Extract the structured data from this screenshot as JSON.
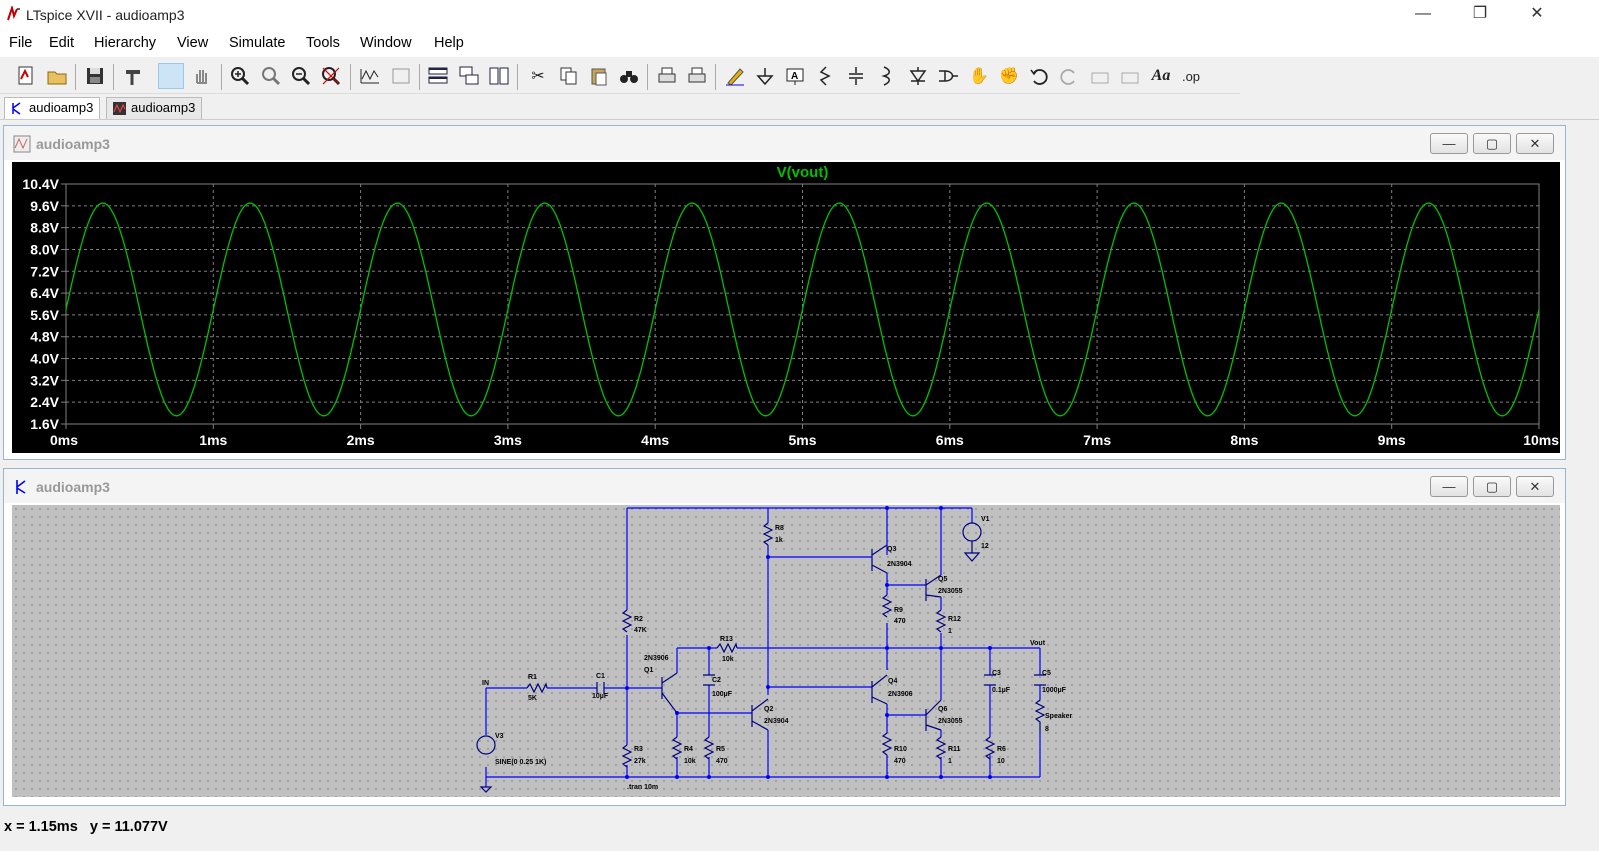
{
  "window": {
    "title": "LTspice XVII - audioamp3"
  },
  "menu": [
    {
      "label": "File"
    },
    {
      "label": "Edit"
    },
    {
      "label": "Hierarchy"
    },
    {
      "label": "View"
    },
    {
      "label": "Simulate"
    },
    {
      "label": "Tools"
    },
    {
      "label": "Window"
    },
    {
      "label": "Help"
    }
  ],
  "toolbar": {
    "text_tool_label": "Aa",
    "op_tool_label": ".op"
  },
  "tabs": [
    {
      "label": "audioamp3",
      "icon": "schematic-icon"
    },
    {
      "label": "audioamp3",
      "icon": "waveform-icon"
    }
  ],
  "waveform_window": {
    "title": "audioamp3",
    "trace_label": "V(vout)",
    "colors": {
      "background": "#000000",
      "trace": "#00c000",
      "grid": "#7f7f7f",
      "tick_text": "#ffffff"
    }
  },
  "schematic_window": {
    "title": "audioamp3",
    "colors": {
      "wire": "#0000ff",
      "component": "#000080",
      "background": "#c0c0c0"
    },
    "labels": {
      "in_net": "IN",
      "out_net": "Vout",
      "r1": "R1",
      "r1_val": "5K",
      "c1": "C1",
      "c1_val": "10µF",
      "r2": "R2",
      "r2_val": "47K",
      "r3": "R3",
      "r3_val": "27k",
      "q1": "Q1",
      "q1_model": "2N3906",
      "r13": "R13",
      "r13_val": "10k",
      "c2": "C2",
      "c2_val": "100µF",
      "r4": "R4",
      "r4_val": "10k",
      "r5": "R5",
      "r5_val": "470",
      "q2": "Q2",
      "q2_model": "2N3904",
      "r8": "R8",
      "r8_val": "1k",
      "q3": "Q3",
      "q3_model": "2N3904",
      "r9": "R9",
      "r9_val": "470",
      "q4": "Q4",
      "q4_model": "2N3906",
      "r10": "R10",
      "r10_val": "470",
      "q5": "Q5",
      "q5_model": "2N3055",
      "r12": "R12",
      "r12_val": "1",
      "q6": "Q6",
      "q6_model": "2N3055",
      "r11": "R11",
      "r11_val": "1",
      "v1": "V1",
      "v1_val": "12",
      "c3": "C3",
      "c3_val": "0.1µF",
      "r6": "R6",
      "r6_val": "10",
      "c5": "C5",
      "c5_val": "1000µF",
      "speaker": "Speaker",
      "speaker_val": "8",
      "v3": "V3",
      "v3_val": "SINE(0 0.25 1K)",
      "directive": ".tran 10m"
    }
  },
  "status": {
    "x_readout": "x = 1.15ms",
    "y_readout": "y = 11.077V"
  },
  "chart_data": {
    "type": "line",
    "title": "V(vout)",
    "xlabel": "",
    "ylabel": "",
    "x_ticks": [
      "0ms",
      "1ms",
      "2ms",
      "3ms",
      "4ms",
      "5ms",
      "6ms",
      "7ms",
      "8ms",
      "9ms",
      "10ms"
    ],
    "y_ticks": [
      "1.6V",
      "2.4V",
      "3.2V",
      "4.0V",
      "4.8V",
      "5.6V",
      "6.4V",
      "7.2V",
      "8.0V",
      "8.8V",
      "9.6V",
      "10.4V"
    ],
    "xlim": [
      0,
      10
    ],
    "ylim": [
      1.6,
      10.4
    ],
    "x_unit": "ms",
    "y_unit": "V",
    "grid": true,
    "series": [
      {
        "name": "V(vout)",
        "waveform": "sine",
        "offset": 5.8,
        "amplitude": 3.9,
        "frequency_khz": 1,
        "start_value": 5.8,
        "first_peak_ms": 0.25
      }
    ]
  }
}
